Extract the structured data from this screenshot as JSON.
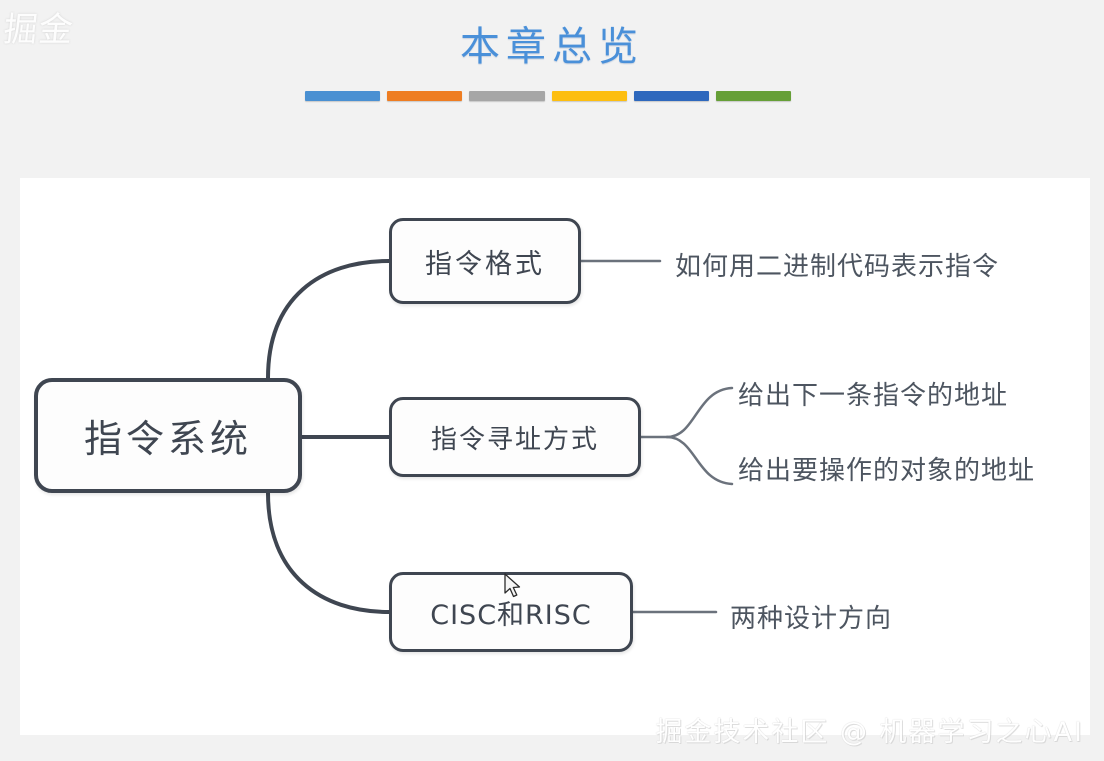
{
  "slide": {
    "title": "本章总览",
    "title_color": "#4a90d9",
    "background_color": "#f2f2f2",
    "canvas_color": "#ffffff"
  },
  "accent_bars": [
    {
      "name": "bar-blue",
      "color": "#4a90d2"
    },
    {
      "name": "bar-orange",
      "color": "#ee7d22"
    },
    {
      "name": "bar-gray",
      "color": "#a6a6a6"
    },
    {
      "name": "bar-amber",
      "color": "#fdbe10"
    },
    {
      "name": "bar-dark-blue",
      "color": "#2e68bd"
    },
    {
      "name": "bar-green",
      "color": "#669f37"
    }
  ],
  "watermarks": {
    "corner": "掘金",
    "bottom": "掘金技术社区 @ 机器学习之心AI"
  },
  "mindmap": {
    "root": {
      "label": "指令系统"
    },
    "branches": [
      {
        "id": "format",
        "label": "指令格式",
        "leaves": [
          {
            "id": "binary",
            "label": "如何用二进制代码表示指令"
          }
        ]
      },
      {
        "id": "addressing",
        "label": "指令寻址方式",
        "leaves": [
          {
            "id": "next-addr",
            "label": "给出下一条指令的地址"
          },
          {
            "id": "obj-addr",
            "label": "给出要操作的对象的地址"
          }
        ]
      },
      {
        "id": "cisc-risc",
        "label": "CISC和RISC",
        "leaves": [
          {
            "id": "two-dirs",
            "label": "两种设计方向"
          }
        ]
      }
    ],
    "node_border_color": "#3f4651",
    "connector_color": "#3f4651",
    "leaf_text_color": "#4d5560"
  }
}
